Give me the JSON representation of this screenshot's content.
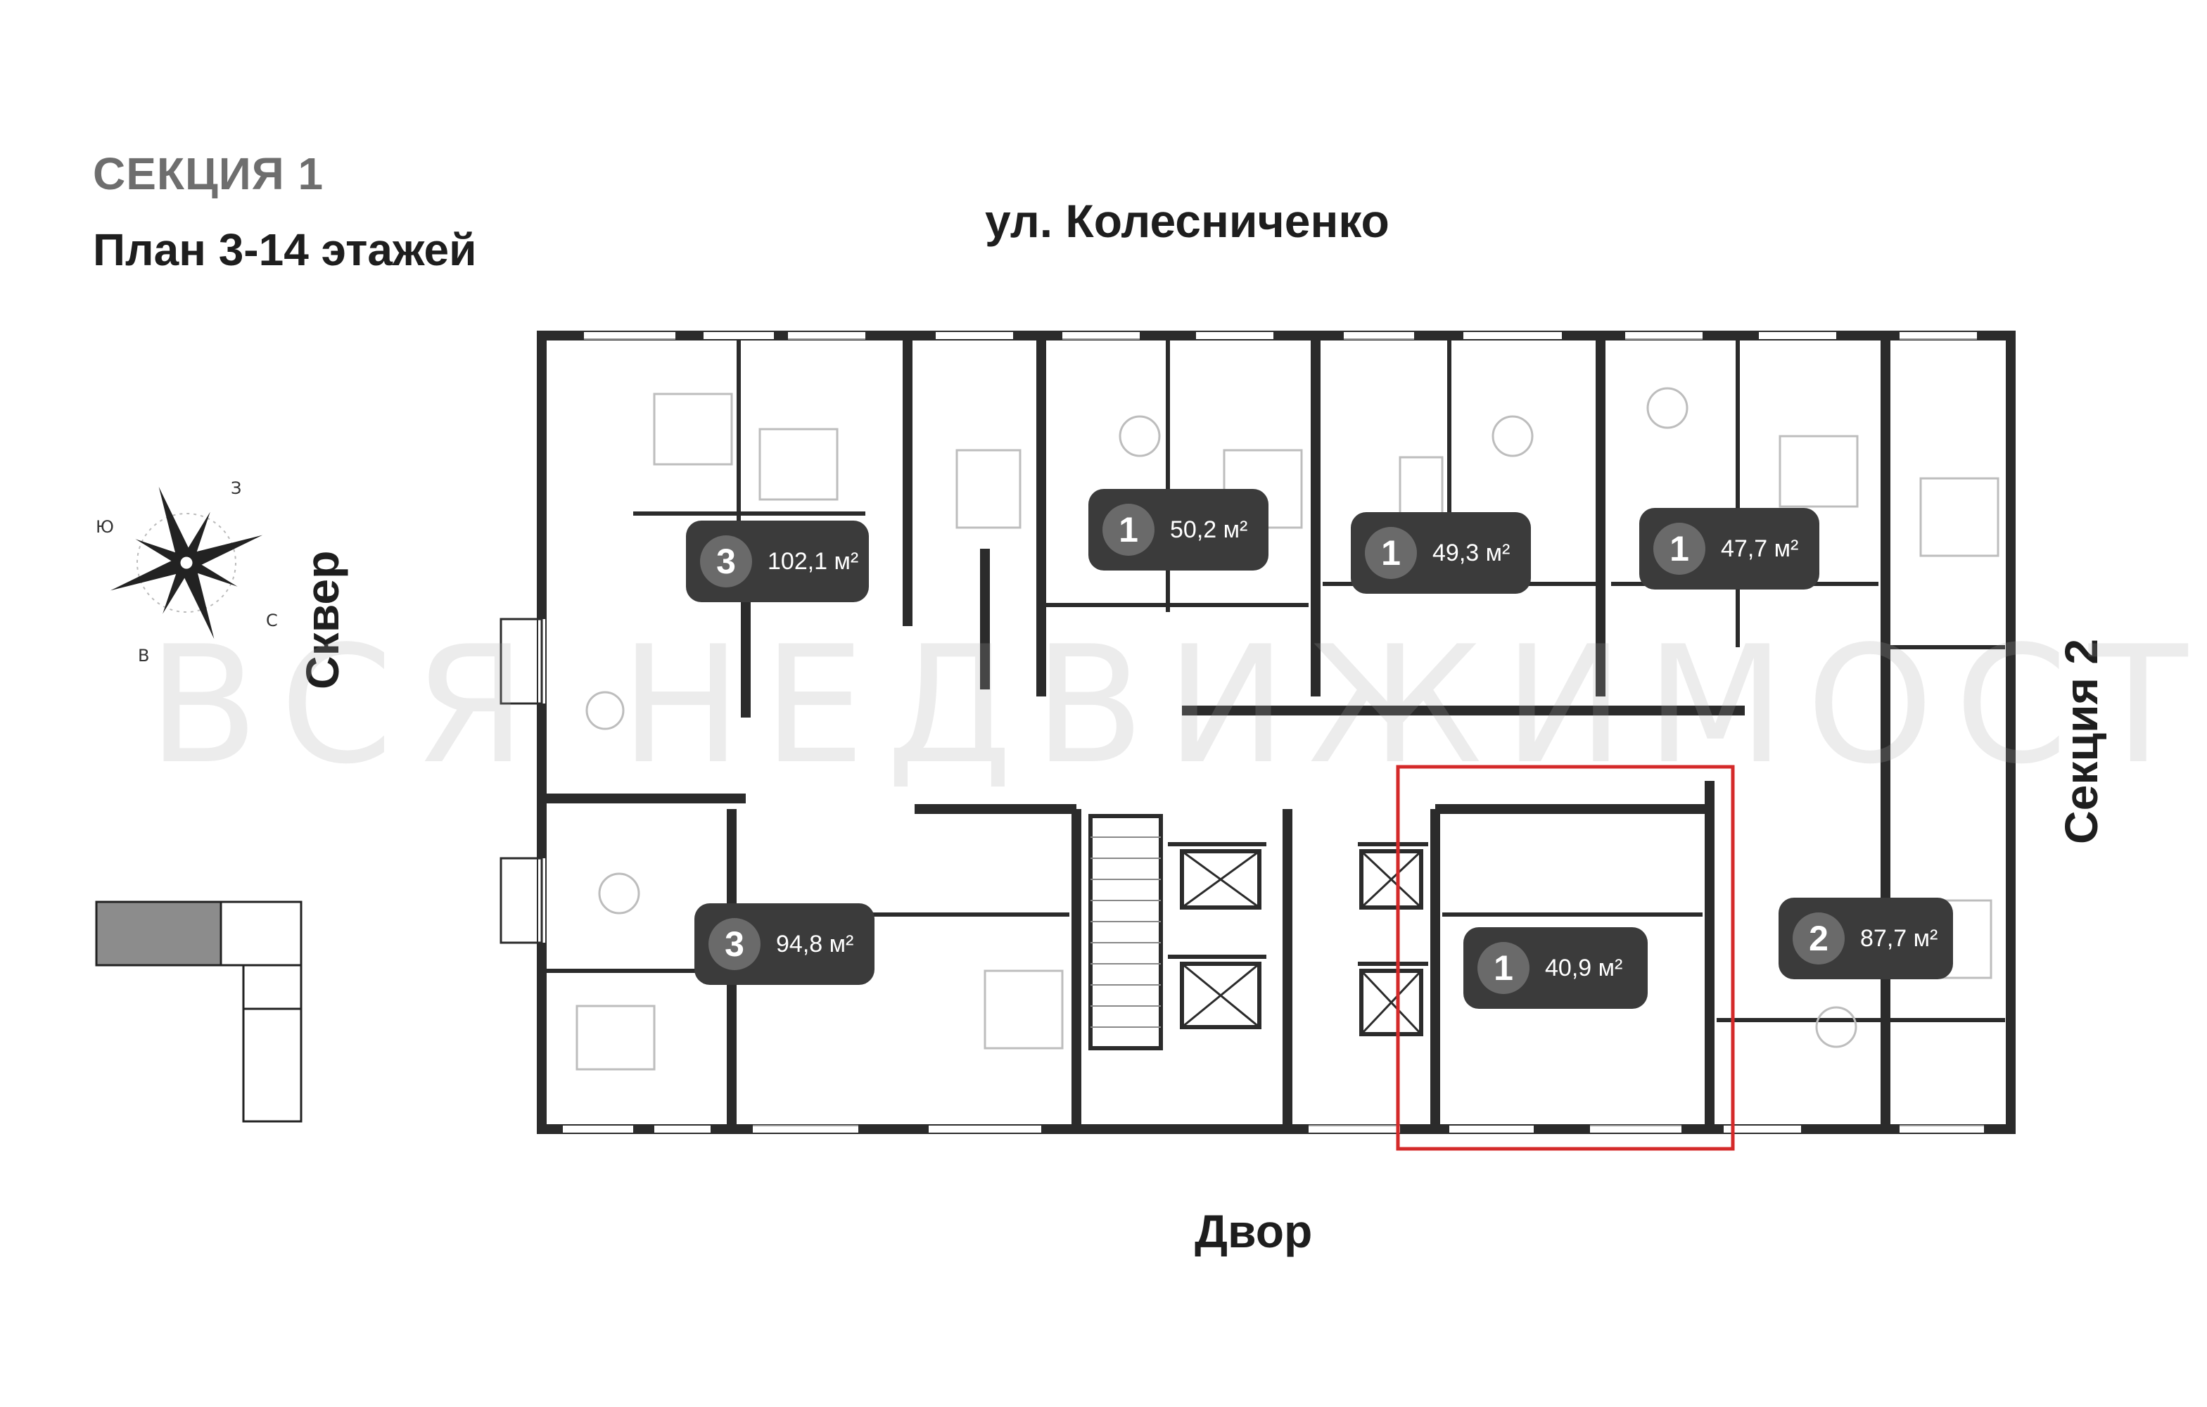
{
  "header": {
    "section": "СЕКЦИЯ 1",
    "plan": "План 3-14 этажей"
  },
  "orientation": {
    "street_top": "ул. Колесниченко",
    "bottom": "Двор",
    "left": "Сквер",
    "right": "Секция 2"
  },
  "compass": {
    "letters": [
      "З",
      "Ю",
      "С",
      "В"
    ]
  },
  "watermark": "ВСЯ НЕДВИЖИМОСТЬ",
  "apartments": [
    {
      "rooms": "3",
      "area": "102,1 м²"
    },
    {
      "rooms": "1",
      "area": "50,2 м²"
    },
    {
      "rooms": "1",
      "area": "49,3 м²"
    },
    {
      "rooms": "1",
      "area": "47,7 м²"
    },
    {
      "rooms": "3",
      "area": "94,8 м²"
    },
    {
      "rooms": "1",
      "area": "40,9 м²"
    },
    {
      "rooms": "2",
      "area": "87,7 м²"
    }
  ],
  "highlight": {
    "apartment": "40,9 м²",
    "color": "#d42a2a"
  },
  "colors": {
    "wall": "#2b2b2b",
    "badge": "#3b3b3b",
    "badge_circle": "#6a6a6a",
    "keyplan_fill": "#8c8c8c"
  }
}
